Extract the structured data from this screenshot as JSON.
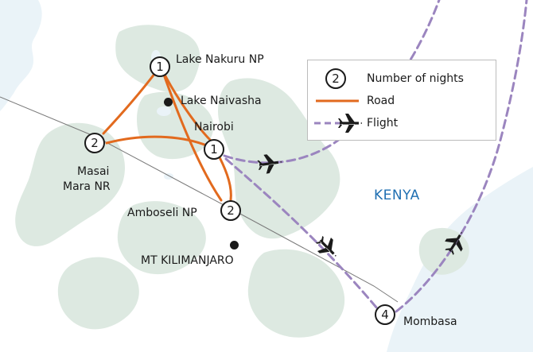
{
  "colors": {
    "water": "#eaf3f8",
    "land": "#ffffff",
    "park": "#dde9e1",
    "road": "#e26a1e",
    "flight": "#9b85bf",
    "border": "#7a7a7a",
    "text": "#1a1a1a",
    "country": "#1f6fb2"
  },
  "country": {
    "name": "KENYA"
  },
  "places": {
    "lake_nakuru": {
      "name": "Lake Nakuru NP",
      "nights": "1"
    },
    "lake_naivasha": {
      "name": "Lake Naivasha"
    },
    "nairobi": {
      "name": "Nairobi",
      "nights": "1"
    },
    "masai_mara": {
      "name_line1": "Masai",
      "name_line2": "Mara NR",
      "nights": "2"
    },
    "amboseli": {
      "name": "Amboseli NP",
      "nights": "2"
    },
    "kilimanjaro": {
      "name": "MT KILIMANJARO"
    },
    "mombasa": {
      "name": "Mombasa",
      "nights": "4"
    }
  },
  "legend": {
    "nights_symbol": "2",
    "nights_label": "Number of nights",
    "road_label": "Road",
    "flight_label": "Flight"
  },
  "icons": {
    "stop_marker": "numbered-circle",
    "town_marker": "filled-dot",
    "flight_marker": "airplane-icon"
  }
}
